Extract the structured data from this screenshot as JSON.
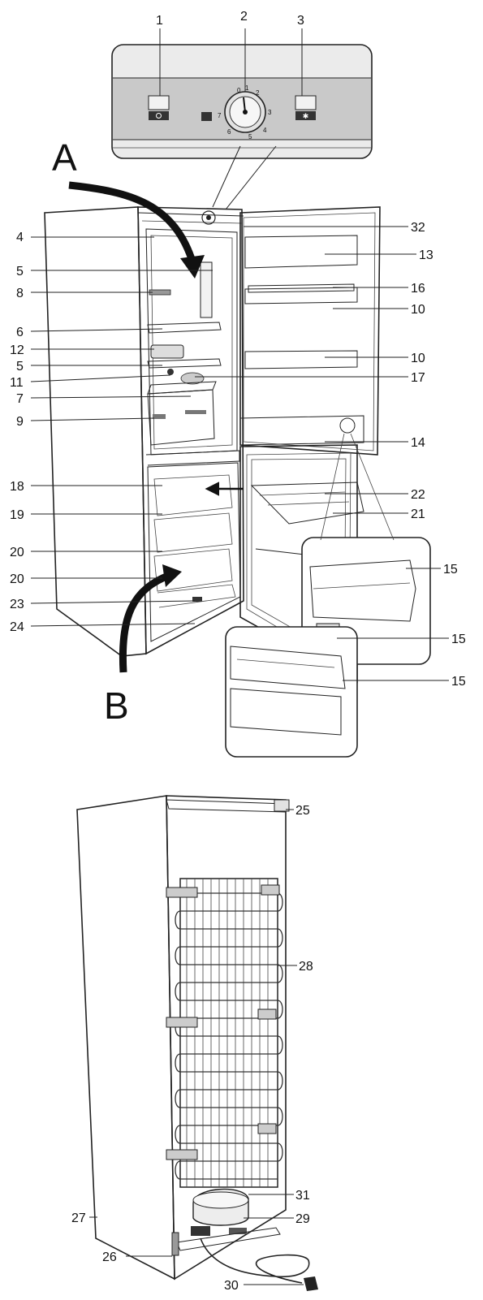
{
  "labels": {
    "l1": "1",
    "l2": "2",
    "l3": "3",
    "l4": "4",
    "l5a": "5",
    "l8": "8",
    "l6": "6",
    "l12": "12",
    "l5b": "5",
    "l11": "11",
    "l7": "7",
    "l9": "9",
    "l18": "18",
    "l19": "19",
    "l20a": "20",
    "l20b": "20",
    "l23": "23",
    "l24": "24",
    "l32": "32",
    "l13": "13",
    "l16": "16",
    "l10a": "10",
    "l10b": "10",
    "l17": "17",
    "l14": "14",
    "l22": "22",
    "l21": "21",
    "l15a": "15",
    "l15b": "15",
    "l15c": "15",
    "l25": "25",
    "l28": "28",
    "l31": "31",
    "l29": "29",
    "l27": "27",
    "l26": "26",
    "l30": "30",
    "A": "A",
    "B": "B"
  },
  "dial": {
    "d0": "0",
    "d1": "1",
    "d2": "2",
    "d3": "3",
    "d4": "4",
    "d5": "5",
    "d6": "6",
    "d7": "7"
  },
  "colors": {
    "panel": "#d6d6d6",
    "panel_band": "#bdbdbd",
    "line": "#222222"
  }
}
